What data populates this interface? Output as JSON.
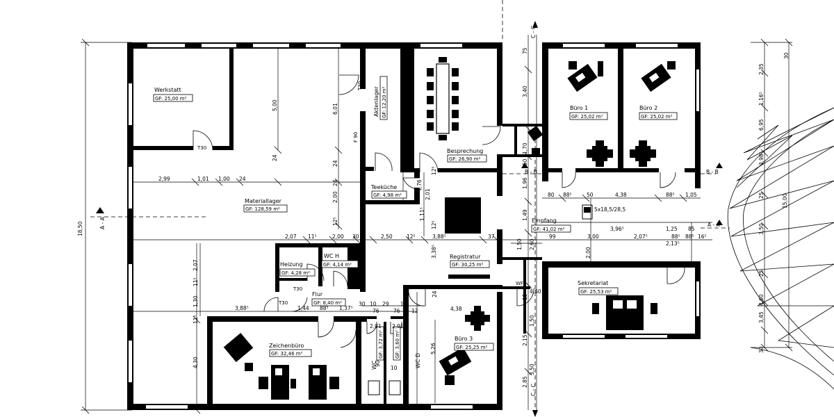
{
  "rooms": {
    "werkstatt": {
      "name": "Werkstatt",
      "gf": "GF: 25,00 m²"
    },
    "materiallager": {
      "name": "Materiallager",
      "gf": "GF: 128,59 m²"
    },
    "aktenlager": {
      "name": "Aktenlager",
      "gf": "GF: 12,20 m²"
    },
    "besprechung": {
      "name": "Besprechung",
      "gf": "GF: 26,90 m²"
    },
    "teekueche": {
      "name": "Teeküche",
      "gf": "GF: 4,98 m²"
    },
    "registratur": {
      "name": "Registratur",
      "gf": "GF: 30,25 m²"
    },
    "heizung": {
      "name": "Heizung",
      "gf": "GF: 4,28 m²"
    },
    "wch": {
      "name": "WC H",
      "gf": "GF: 4,14 m²"
    },
    "flur": {
      "name": "Flur",
      "gf": "GF: 8,40 m²"
    },
    "zeichenbuero": {
      "name": "Zeichenbüro",
      "gf": "GF: 32,46 m²"
    },
    "wc": {
      "name": "WC",
      "gf": "GF: 3,72 m²"
    },
    "wcd": {
      "name": "WC D",
      "gf": "GF: 3,60 m²"
    },
    "buero3": {
      "name": "Büro 3",
      "gf": "GF: 25,25 m²"
    },
    "buero1": {
      "name": "Büro 1",
      "gf": "GF: 25,02 m²"
    },
    "buero2": {
      "name": "Büro 2",
      "gf": "GF: 25,02 m²"
    },
    "empfang": {
      "name": "Empfang",
      "gf": "GF: 41,02 m²"
    },
    "sekretariat": {
      "name": "Sekretariat",
      "gf": "GF: 25,53 m²"
    }
  },
  "door_labels": {
    "t30_werkstatt": "T30",
    "t30_aktenlager": "T30",
    "t30_heizung": "T30",
    "t30_flur": "T30",
    "f90": "F 90",
    "wf": "WF"
  },
  "section_labels": {
    "aa_left": "A - A",
    "aa_right": "A - A",
    "bb_left": "B - B",
    "bb_right": "B - B",
    "cc_top": "C - C",
    "cc_bottom": "C - C"
  },
  "dimensions": {
    "overall_height": "18,50",
    "right_total": "15,00",
    "d299": "2,99",
    "d101": "1,01",
    "d100": "1,00",
    "d24a": "24",
    "d500": "5,00",
    "d601": "6,01",
    "d24b": "24",
    "d24c": "24",
    "d200": "2,00",
    "d24d": "24",
    "d125": "12⁵",
    "d207": "2,07",
    "d115": "11⁵",
    "d200b": "2,00",
    "d30": "30",
    "d250": "2,50",
    "d125b": "12⁵",
    "d388": "3,88⁵",
    "d37": "37",
    "d385": "3,38⁵",
    "d388b": "3,88⁵",
    "d144": "1,44",
    "d88": "88⁵",
    "d1375": "1,37⁵",
    "d30b": "30",
    "d10": "10",
    "d29": "29",
    "d10b": "10",
    "d76": "76",
    "d76b": "76",
    "d12": "12",
    "d438": "4,38",
    "d24e": "24",
    "d526": "5,26",
    "d201": "2,01",
    "d201b": "2,01",
    "d430": "4,30",
    "d130": "1,30",
    "d207b": "2,07",
    "d115b": "11⁵",
    "d115c": "11⁵",
    "d201c": "2,01",
    "d176": "1,76",
    "d111": "1,11⁵",
    "d125c": "12⁵",
    "d125d": "12⁵",
    "d075": "75",
    "d340": "3,40",
    "d170": "1,70",
    "d50": "50",
    "d196": "1,96",
    "d149": "1,49",
    "d150": "1,50",
    "d260": "2,60",
    "d99": "99",
    "d300": "3,00",
    "d2075": "2,07⁵",
    "d885a": "88⁵",
    "d885b": "88⁵",
    "d165": "16⁵",
    "d213": "2,13⁵",
    "d200c": "2,00",
    "d460": "4,60",
    "d15a": "15",
    "d150b": "1,50",
    "d215": "2,15",
    "d350": "3,50",
    "d285": "2,85",
    "d80": "80",
    "d885c": "88⁵",
    "d50b": "50",
    "d438b": "4,38",
    "d885d": "88⁵",
    "d105": "1,05",
    "d3965": "3,96⁵",
    "d125e": "1,25",
    "d85": "85",
    "window": "5x18,5/28,5",
    "r235": "2,35",
    "r30": "30",
    "r1165": "1,16⁵",
    "r695": "6,95",
    "r3985": "3,98⁵",
    "r25": "25",
    "r350": "3,50",
    "r25b": "25",
    "r400": "4,00",
    "r345": "3,45",
    "r30b": "30",
    "wc_dims_a": "90",
    "wc_dims_b": "10"
  }
}
